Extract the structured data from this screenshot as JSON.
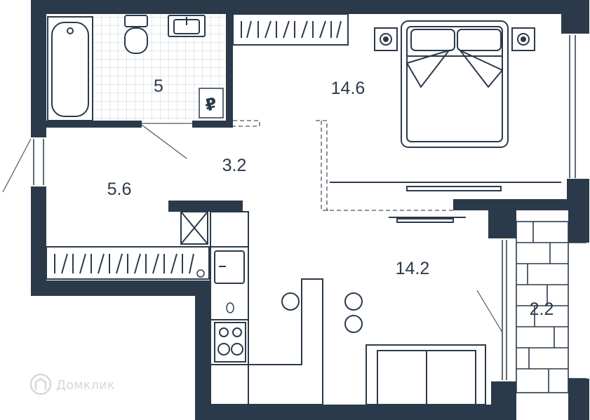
{
  "rooms": {
    "bathroom": {
      "area": "5"
    },
    "hallway": {
      "area": "3.2"
    },
    "bedroom": {
      "area": "14.6"
    },
    "storage": {
      "area": "5.6"
    },
    "kitchen_living": {
      "area": "14.2"
    },
    "balcony": {
      "area": "2.2"
    }
  },
  "watermark": {
    "text": "Домклик"
  },
  "colors": {
    "wall": "#2b3a4a",
    "line": "#4a5866",
    "tile": "#c9cfd6",
    "background": "#ffffff"
  },
  "icons": [
    "bathtub-icon",
    "toilet-icon",
    "sink-icon",
    "washing-machine-icon",
    "double-bed-icon",
    "nightstand-icon",
    "kitchen-sink-icon",
    "stove-icon",
    "fridge-icon",
    "sofa-icon",
    "table-icon",
    "chair-icon",
    "wardrobe-icon",
    "ventilation-shaft-icon",
    "door-icon",
    "logo-icon"
  ]
}
